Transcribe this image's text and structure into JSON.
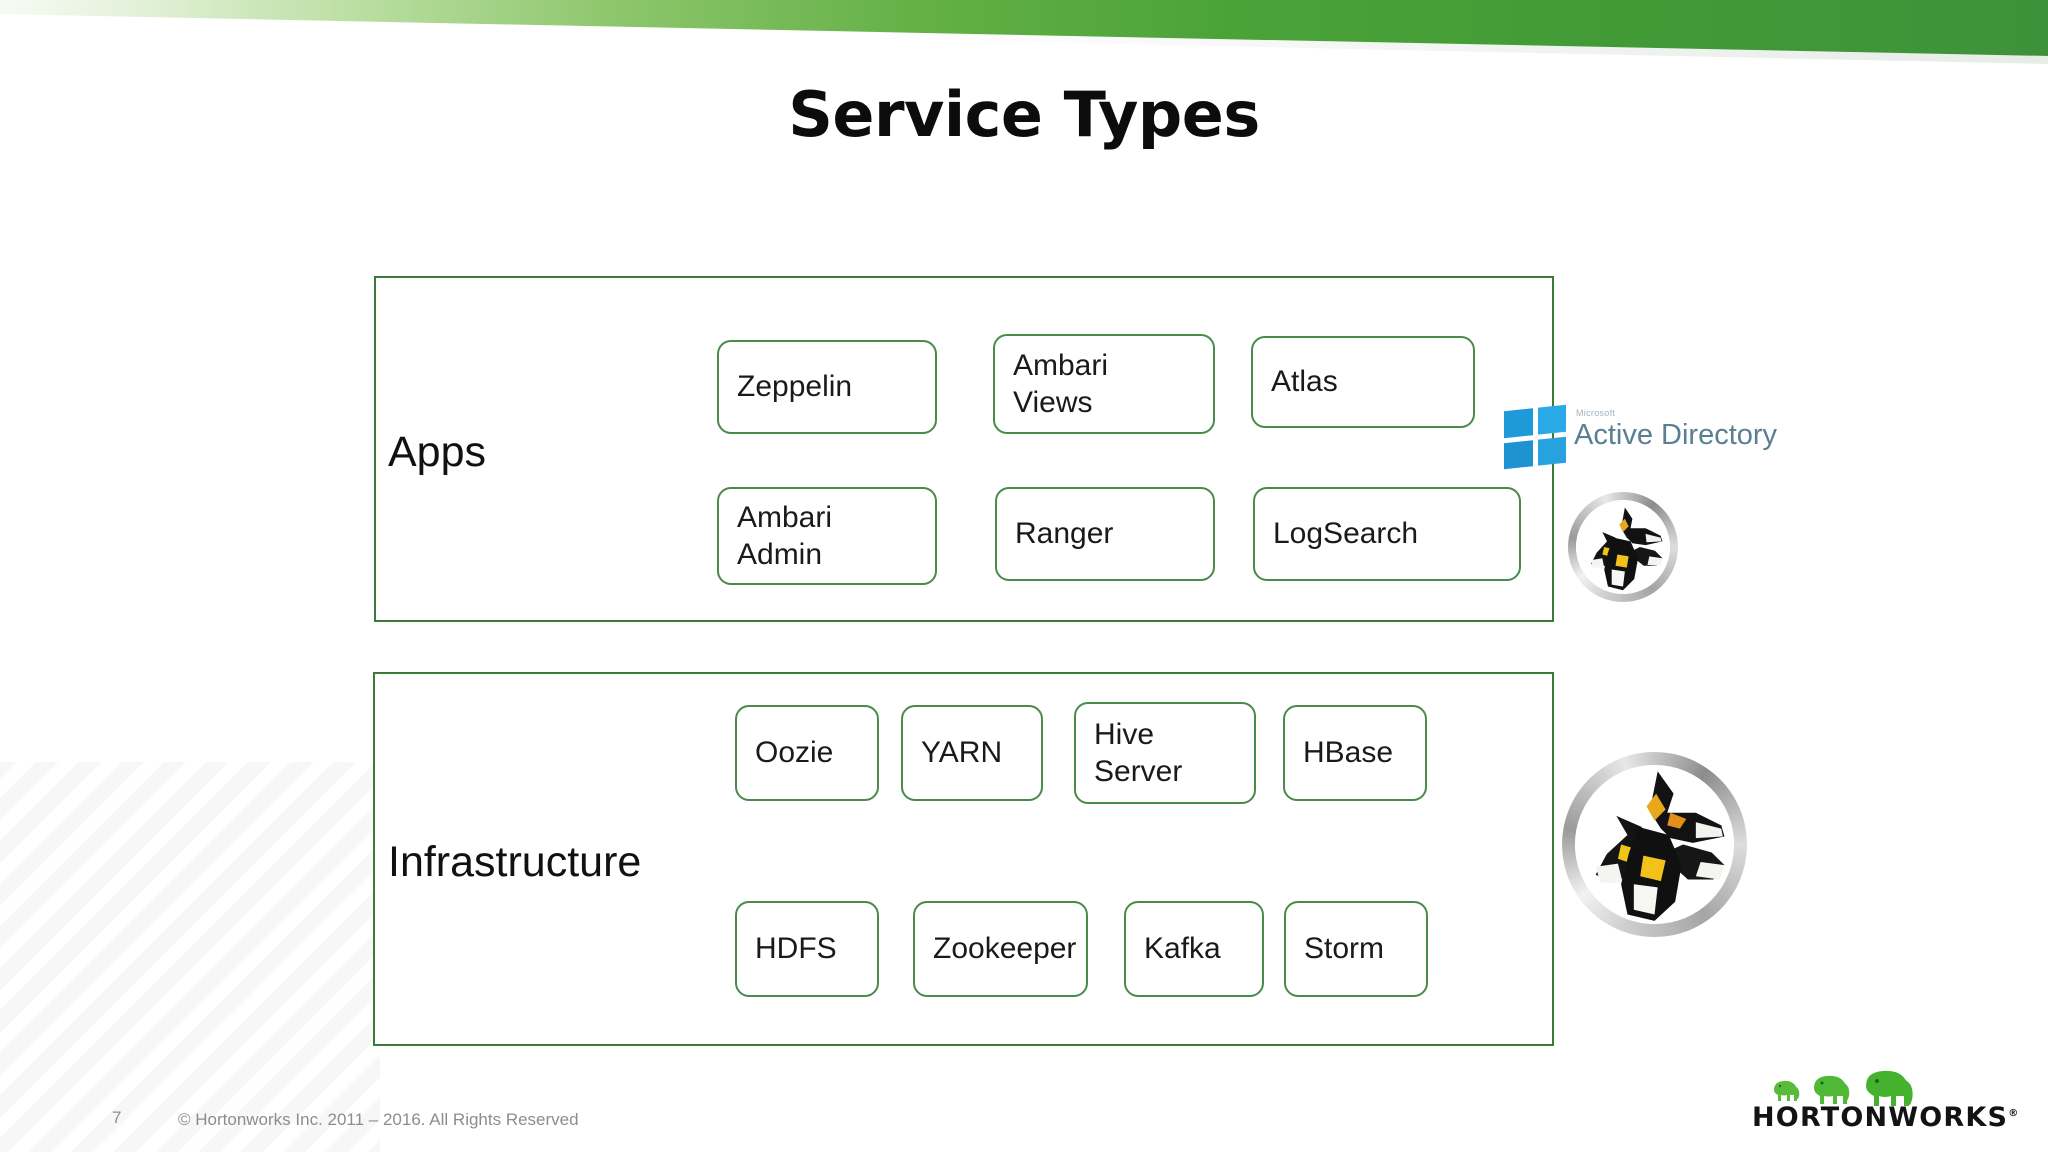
{
  "slide": {
    "title": "Service Types",
    "page_number": "7",
    "copyright": "© Hortonworks Inc. 2011 – 2016. All Rights Reserved",
    "accent_green": "#3d9239",
    "box_border_green": "#4a8a4a",
    "group_border_green": "#3b7a3b"
  },
  "groups": [
    {
      "id": "apps",
      "label": "Apps",
      "services": [
        {
          "name": "Zeppelin",
          "label": "Zeppelin"
        },
        {
          "name": "Ambari Views",
          "label": "Ambari\nViews"
        },
        {
          "name": "Atlas",
          "label": "Atlas"
        },
        {
          "name": "Ambari Admin",
          "label": "Ambari\nAdmin"
        },
        {
          "name": "Ranger",
          "label": "Ranger"
        },
        {
          "name": "LogSearch",
          "label": "LogSearch"
        }
      ]
    },
    {
      "id": "infrastructure",
      "label": "Infrastructure",
      "services": [
        {
          "name": "Oozie",
          "label": "Oozie"
        },
        {
          "name": "YARN",
          "label": "YARN"
        },
        {
          "name": "Hive Server",
          "label": "Hive\nServer"
        },
        {
          "name": "HBase",
          "label": "HBase"
        },
        {
          "name": "HDFS",
          "label": "HDFS"
        },
        {
          "name": "Zookeeper",
          "label": "Zookeeper"
        },
        {
          "name": "Kafka",
          "label": "Kafka"
        },
        {
          "name": "Storm",
          "label": "Storm"
        }
      ]
    }
  ],
  "logos": {
    "active_directory": {
      "icon": "windows-flag-icon",
      "superbrand": "Microsoft",
      "name": "Active Directory",
      "flag_color": "#29a3e0",
      "text_color": "#5a7f92"
    },
    "kerberos_small": {
      "icon": "kerberos-three-headed-dog-icon"
    },
    "kerberos_large": {
      "icon": "kerberos-three-headed-dog-icon"
    },
    "hortonworks": {
      "icon": "hortonworks-elephants-icon",
      "wordmark": "HORTONWORKS",
      "trademark": "®",
      "elephant_color": "#4aaf2e"
    }
  }
}
